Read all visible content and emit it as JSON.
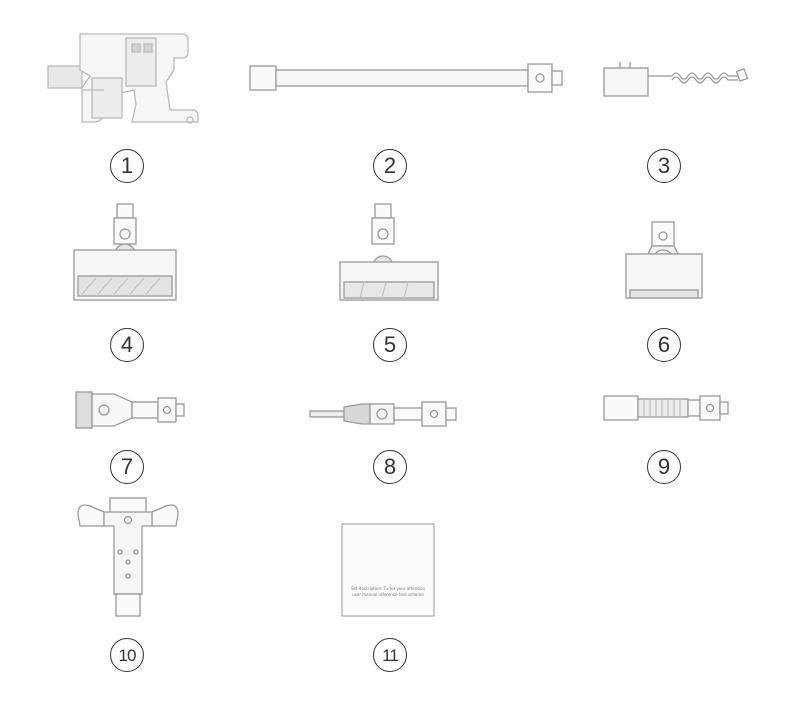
{
  "parts": [
    {
      "number": "1",
      "icon": "main-unit-icon"
    },
    {
      "number": "2",
      "icon": "extension-tube-icon"
    },
    {
      "number": "3",
      "icon": "charger-adapter-icon"
    },
    {
      "number": "4",
      "icon": "multifunction-brush-head-icon"
    },
    {
      "number": "5",
      "icon": "soft-roller-brush-head-icon"
    },
    {
      "number": "6",
      "icon": "mini-motorized-brush-icon"
    },
    {
      "number": "7",
      "icon": "two-in-one-brush-icon"
    },
    {
      "number": "8",
      "icon": "crevice-nozzle-icon"
    },
    {
      "number": "9",
      "icon": "flexible-extension-hose-icon"
    },
    {
      "number": "10",
      "icon": "wall-mount-bracket-icon"
    },
    {
      "number": "11",
      "icon": "user-manual-icon"
    }
  ],
  "manual_card_text": [
    "Set description: Tx for your attention",
    "user manual reference text   scheme"
  ],
  "colors": {
    "line": "#888888",
    "number_ring": "#333333",
    "accent": "#c9c9c9"
  }
}
